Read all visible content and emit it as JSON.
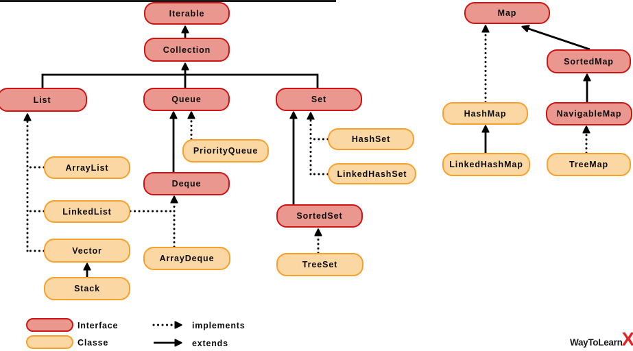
{
  "nodes": {
    "iterable": {
      "label": "Iterable",
      "type": "interface"
    },
    "collection": {
      "label": "Collection",
      "type": "interface"
    },
    "list": {
      "label": "List",
      "type": "interface"
    },
    "queue": {
      "label": "Queue",
      "type": "interface"
    },
    "set": {
      "label": "Set",
      "type": "interface"
    },
    "deque": {
      "label": "Deque",
      "type": "interface"
    },
    "sortedset": {
      "label": "SortedSet",
      "type": "interface"
    },
    "map": {
      "label": "Map",
      "type": "interface"
    },
    "sortedmap": {
      "label": "SortedMap",
      "type": "interface"
    },
    "navigablemap": {
      "label": "NavigableMap",
      "type": "interface"
    },
    "arraylist": {
      "label": "ArrayList",
      "type": "classe"
    },
    "linkedlist": {
      "label": "LinkedList",
      "type": "classe"
    },
    "vector": {
      "label": "Vector",
      "type": "classe"
    },
    "stack": {
      "label": "Stack",
      "type": "classe"
    },
    "priorityqueue": {
      "label": "PriorityQueue",
      "type": "classe"
    },
    "arraydeque": {
      "label": "ArrayDeque",
      "type": "classe"
    },
    "hashset": {
      "label": "HashSet",
      "type": "classe"
    },
    "linkedhashset": {
      "label": "LinkedHashSet",
      "type": "classe"
    },
    "treeset": {
      "label": "TreeSet",
      "type": "classe"
    },
    "hashmap": {
      "label": "HashMap",
      "type": "classe"
    },
    "linkedhashmap": {
      "label": "LinkedHashMap",
      "type": "classe"
    },
    "treemap": {
      "label": "TreeMap",
      "type": "classe"
    }
  },
  "edges": [
    {
      "from": "Collection",
      "to": "Iterable",
      "type": "extends"
    },
    {
      "from": "List",
      "to": "Collection",
      "type": "extends"
    },
    {
      "from": "Queue",
      "to": "Collection",
      "type": "extends"
    },
    {
      "from": "Set",
      "to": "Collection",
      "type": "extends"
    },
    {
      "from": "ArrayList",
      "to": "List",
      "type": "implements"
    },
    {
      "from": "LinkedList",
      "to": "List",
      "type": "implements"
    },
    {
      "from": "Vector",
      "to": "List",
      "type": "implements"
    },
    {
      "from": "Stack",
      "to": "Vector",
      "type": "extends"
    },
    {
      "from": "PriorityQueue",
      "to": "Queue",
      "type": "implements"
    },
    {
      "from": "Deque",
      "to": "Queue",
      "type": "extends"
    },
    {
      "from": "ArrayDeque",
      "to": "Deque",
      "type": "implements"
    },
    {
      "from": "LinkedList",
      "to": "Deque",
      "type": "implements"
    },
    {
      "from": "HashSet",
      "to": "Set",
      "type": "implements"
    },
    {
      "from": "LinkedHashSet",
      "to": "Set",
      "type": "implements"
    },
    {
      "from": "SortedSet",
      "to": "Set",
      "type": "extends"
    },
    {
      "from": "TreeSet",
      "to": "SortedSet",
      "type": "implements"
    },
    {
      "from": "HashMap",
      "to": "Map",
      "type": "implements"
    },
    {
      "from": "SortedMap",
      "to": "Map",
      "type": "extends"
    },
    {
      "from": "NavigableMap",
      "to": "SortedMap",
      "type": "extends"
    },
    {
      "from": "LinkedHashMap",
      "to": "HashMap",
      "type": "extends"
    },
    {
      "from": "TreeMap",
      "to": "NavigableMap",
      "type": "implements"
    }
  ],
  "legend": {
    "interface_label": "Interface",
    "classe_label": "Classe",
    "implements_label": "implements",
    "extends_label": "extends"
  },
  "watermark": {
    "text": "WayToLearn",
    "x": "X"
  },
  "colors": {
    "interface_fill": "#EA978F",
    "interface_border": "#CE1313",
    "classe_fill": "#FBD7A3",
    "classe_border": "#F7A02C",
    "line": "#000000",
    "watermark_x": "#E52222"
  }
}
